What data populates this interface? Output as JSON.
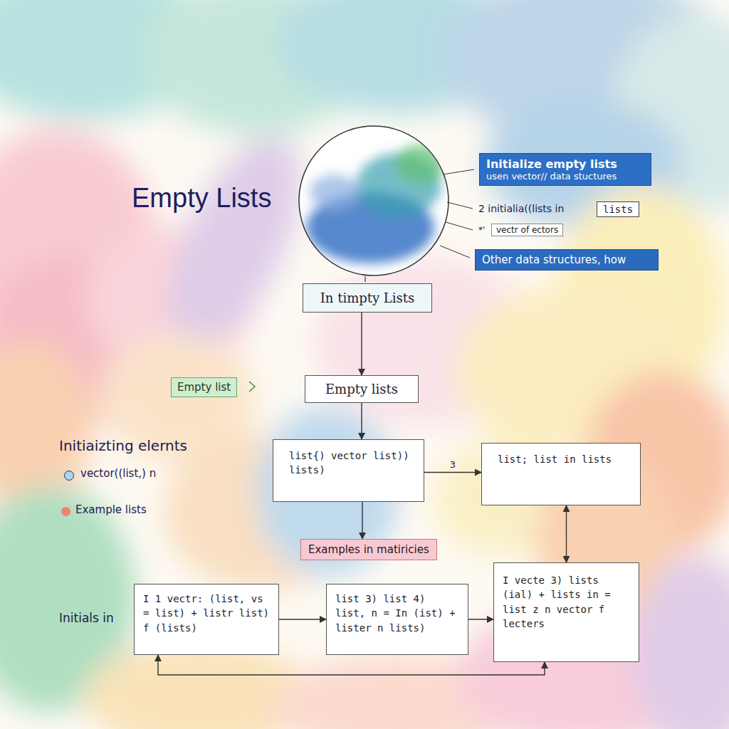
{
  "diagram": {
    "title": "Empty Lists",
    "nodes": [
      {
        "text": [
          "Initialize empty lists",
          "usen vector// data stuctures"
        ]
      },
      {
        "text": [
          "lists"
        ]
      },
      {
        "text": [
          "vectr of ectors"
        ]
      },
      {
        "text": [
          "Other data structures, how"
        ]
      },
      {
        "text": [
          "In timpty Lists"
        ]
      },
      {
        "text": [
          "Empty list"
        ]
      },
      {
        "text": [
          "Empty lists"
        ]
      },
      {
        "text": [
          "list{) vector list)) lists)"
        ]
      },
      {
        "text": [
          "list; list in lists"
        ]
      },
      {
        "text": [
          "Examples in matiricies"
        ]
      },
      {
        "text": [
          "I 1 vectr: (list, vs = list) + listr list) f (lists)"
        ]
      },
      {
        "text": [
          "list 3) list 4) list, n = In (ist) + lister n lists)"
        ]
      },
      {
        "text": [
          "I vecte 3) lists (ial) + lists in = list z n vector f lecters"
        ]
      }
    ],
    "edges": [
      {
        "from": 4,
        "to": 6,
        "arrow": "to"
      },
      {
        "from": 6,
        "to": 7,
        "arrow": "to"
      },
      {
        "from": 7,
        "to": 8,
        "arrow": "to",
        "label": "3"
      },
      {
        "from": 7,
        "to": 9,
        "arrow": "to"
      },
      {
        "from": 10,
        "to": 11,
        "arrow": "to"
      },
      {
        "from": 11,
        "to": 12,
        "arrow": "to"
      },
      {
        "from": 8,
        "to": 12,
        "arrow": "both"
      },
      {
        "from": 10,
        "to": 12,
        "arrow": "both"
      }
    ],
    "labels": [
      "2 initialia((lists in",
      "*'",
      "Initiaizting elernts",
      "Initials in"
    ],
    "legend": [
      {
        "text": "vector((list,) n",
        "color": "#a9d6e8"
      },
      {
        "text": "Example lists",
        "color": "#f2836b"
      }
    ]
  }
}
